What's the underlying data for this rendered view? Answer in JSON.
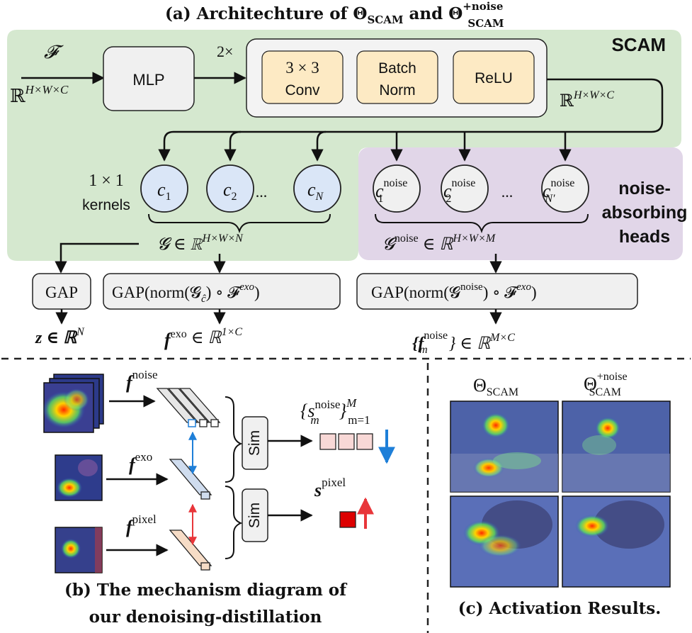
{
  "colors": {
    "scam_bg": "#d5e8cf",
    "noise_bg": "#e1d6e8",
    "box_fill": "#f0f0f0",
    "yellow_fill": "#fdeac4",
    "blue_circle": "#dae6f7",
    "gray_circle": "#f0f0f0",
    "pink_square": "#f8d8d6",
    "red_square": "#dd0000",
    "blue_arrow": "#1e7fd8",
    "red_arrow": "#e8363a"
  },
  "panel_a": {
    "title_main": "(a) Architechture of Θ",
    "title_sub1": "SCAM",
    "title_and": " and Θ",
    "title_sup2": "+noise",
    "title_sub2": "SCAM",
    "scam_label": "SCAM",
    "noise_label_1": "noise-",
    "noise_label_2": "absorbing",
    "noise_label_3": "heads",
    "input_symbol": "𝓕",
    "input_space": "ℝ",
    "input_space_sup": "H×W×C",
    "mlp_label": "MLP",
    "repeat_label": "2×",
    "conv_label_1": "3 × 3",
    "conv_label_2": "Conv",
    "bn_label_1": "Batch",
    "bn_label_2": "Norm",
    "relu_label": "ReLU",
    "block_output_space": "ℝ",
    "block_output_sup": "H×W×C",
    "kernels_label_1": "1 × 1",
    "kernels_label_2": "kernels",
    "c1_base": "c",
    "c1_sub": "1",
    "c2_base": "c",
    "c2_sub": "2",
    "cn_base": "c",
    "cn_sub": "N",
    "ellipsis": "...",
    "noise_sup": "noise",
    "cn1_sub": "1",
    "cn2_sub": "2",
    "cnN_sub": "N′",
    "g_label": "𝓖 ∈ ℝ",
    "g_sup": "H×W×N",
    "gnoise_base": "𝓖",
    "gnoise_sup": "noise",
    "gnoise_space": " ∈ ℝ",
    "gnoise_space_sup": "H×W×M",
    "gap_label": "GAP",
    "gap_exo_label": "GAP(norm(𝓖",
    "gap_exo_sub": "ĉ",
    "gap_exo_tail": ") ∘ 𝓕",
    "gap_exo_sup": "exo",
    "gap_exo_close": ")",
    "gap_noise_label": "GAP(norm(𝓖",
    "gap_noise_sup": "noise",
    "gap_noise_tail": ") ∘ 𝓕",
    "gap_noise_sup2": "exo",
    "gap_noise_close": ")",
    "z_label": "z ∈ ℝ",
    "z_sup": "N",
    "fexo_base": "f",
    "fexo_sup": "exo",
    "fexo_space": " ∈ ℝ",
    "fexo_space_sup": "1×C",
    "fm_open": "{f",
    "fm_sup": "noise",
    "fm_sub": "m",
    "fm_close": "} ∈ ℝ",
    "fm_space_sup": "M×C"
  },
  "panel_b": {
    "fnoise_base": "f",
    "fnoise_sup": "noise",
    "fexo_base": "f",
    "fexo_sup": "exo",
    "fpixel_base": "f",
    "fpixel_sup": "pixel",
    "sim_label_1": "Sim",
    "sim_label_2": "Sim",
    "snoise_open": "{s",
    "snoise_sup": "noise",
    "snoise_sub": "m",
    "snoise_close": "}",
    "snoise_upper": "M",
    "snoise_lower": "m=1",
    "spixel_base": "s",
    "spixel_sup": "pixel",
    "caption_1": "(b) The mechanism diagram of",
    "caption_2": "our denoising-distillation"
  },
  "panel_c": {
    "col1_base": "Θ",
    "col1_sub": "SCAM",
    "col2_base": "Θ",
    "col2_sup": "+noise",
    "col2_sub": "SCAM",
    "caption": "(c) Activation Results."
  }
}
